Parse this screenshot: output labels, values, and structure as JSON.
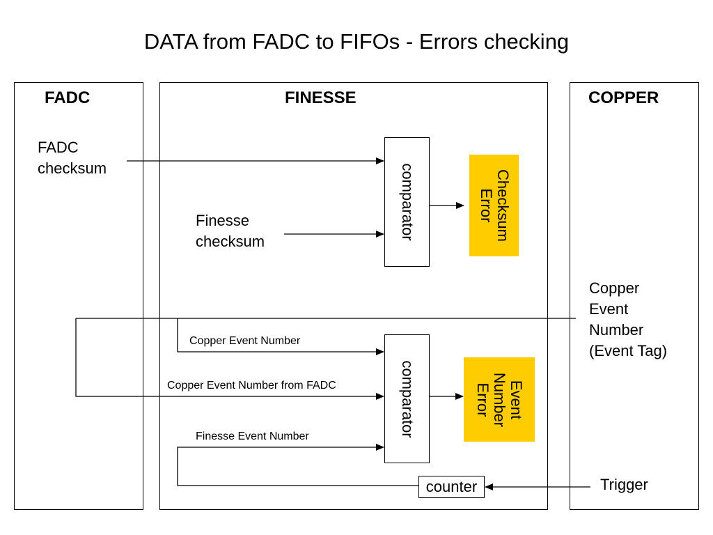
{
  "title": "DATA from FADC to FIFOs - Errors checking",
  "panels": {
    "fadc": "FADC",
    "finesse": "FINESSE",
    "copper": "COPPER"
  },
  "labels": {
    "fadc_checksum": [
      "FADC",
      "checksum"
    ],
    "finesse_checksum": [
      "Finesse",
      "checksum"
    ],
    "copper_event_number_right": [
      "Copper",
      "Event",
      "Number",
      "(Event Tag)"
    ],
    "copper_event_number": "Copper Event Number",
    "copper_event_number_from_fadc": "Copper Event Number from FADC",
    "finesse_event_number": "Finesse Event Number",
    "trigger": "Trigger"
  },
  "boxes": {
    "comparator_top": "comparator",
    "comparator_bottom": "comparator",
    "checksum_error": [
      "Checksum",
      "Error"
    ],
    "event_number_error": [
      "Event",
      "Number",
      "Error"
    ],
    "counter": "counter"
  },
  "colors": {
    "error_fill": "#ffcc00",
    "line": "#000000"
  }
}
